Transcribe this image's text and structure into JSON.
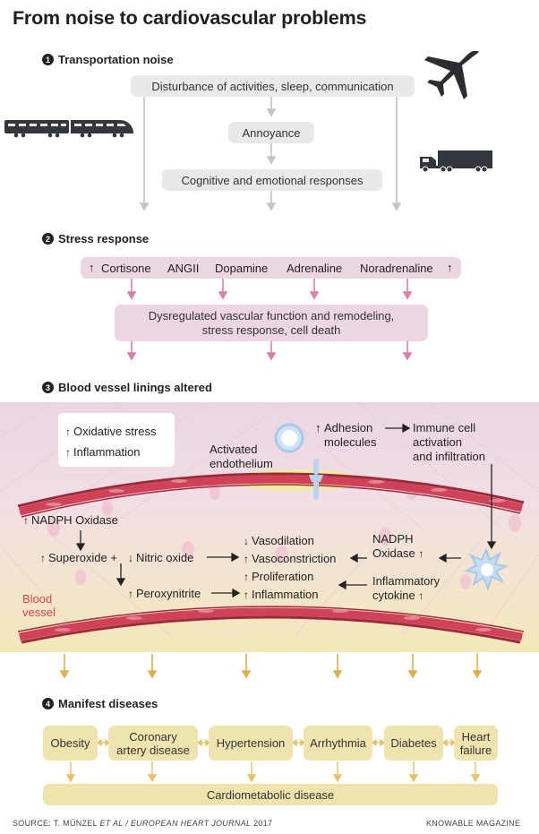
{
  "title": "From noise to cardiovascular problems",
  "section1": {
    "number": "1",
    "label": "Transportation noise",
    "box_disturbance": "Disturbance of activities, sleep, communication",
    "box_annoyance": "Annoyance",
    "box_cognitive": "Cognitive and emotional responses"
  },
  "section2": {
    "number": "2",
    "label": "Stress response",
    "hormones": [
      "Cortisone",
      "ANGII",
      "Dopamine",
      "Adrenaline",
      "Noradrenaline"
    ],
    "dysregulated_line1": "Dysregulated vascular function and remodeling,",
    "dysregulated_line2": "stress response, cell death"
  },
  "section3": {
    "number": "3",
    "label": "Blood vessel linings altered",
    "legend_oxidative": "Oxidative stress",
    "legend_inflammation": "Inflammation",
    "activated_line1": "Activated",
    "activated_line2": "endothelium",
    "adhesion_line1": "Adhesion",
    "adhesion_line2": "molecules",
    "immune_line1": "Immune cell",
    "immune_line2": "activation",
    "immune_line3": "and infiltration",
    "nadph_oxidase": "NADPH Oxidase",
    "superoxide": "Superoxide +",
    "nitric_oxide": "Nitric oxide",
    "peroxynitrite": "Peroxynitrite",
    "vasodilation": "Vasodilation",
    "vasoconstriction": "Vasoconstriction",
    "proliferation": "Proliferation",
    "inflammation": "Inflammation",
    "nadph_right_line1": "NADPH",
    "nadph_right_line2": "Oxidase",
    "inflam_cytokine_line1": "Inflammatory",
    "inflam_cytokine_line2": "cytokine",
    "blood_line1": "Blood",
    "blood_line2": "vessel"
  },
  "section4": {
    "number": "4",
    "label": "Manifest diseases",
    "diseases": [
      {
        "line1": "Obesity",
        "line2": ""
      },
      {
        "line1": "Coronary",
        "line2": "artery disease"
      },
      {
        "line1": "Hypertension",
        "line2": ""
      },
      {
        "line1": "Arrhythmia",
        "line2": ""
      },
      {
        "line1": "Diabetes",
        "line2": ""
      },
      {
        "line1": "Heart",
        "line2": "failure"
      }
    ],
    "cardiometabolic": "Cardiometabolic disease"
  },
  "footer": {
    "source_prefix": "SOURCE: T. MÜNZEL",
    "source_italic": "ET AL / EUROPEAN HEART JOURNAL",
    "source_year": "2017",
    "credit": "KNOWABLE MAGAZINE"
  },
  "colors": {
    "gray_box": "#e9e9e9",
    "pink_box": "#ecd6e3",
    "yellow_box": "#efe4ad",
    "vessel_red": "#c9384a",
    "gold_arrow": "#d9b34a",
    "pink_arrow": "#d97fab"
  },
  "icons": [
    "airplane-icon",
    "train-icon",
    "truck-icon",
    "immune-cell-icon",
    "adhesion-molecule-icon"
  ]
}
